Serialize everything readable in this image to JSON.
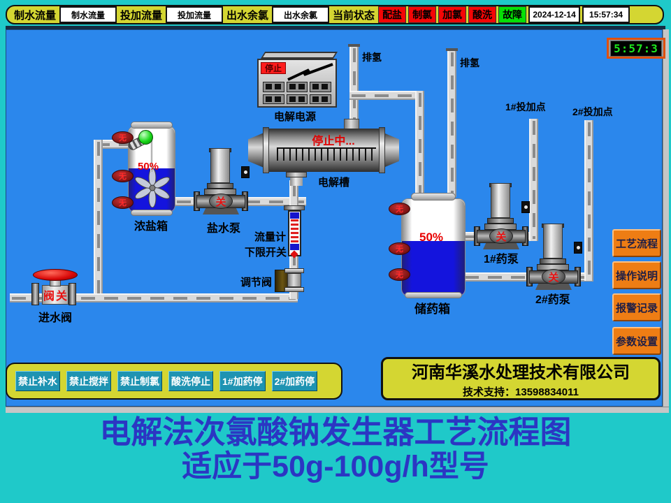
{
  "toolbar": {
    "metrics": [
      {
        "label": "制水流量",
        "value": "制水流量"
      },
      {
        "label": "投加流量",
        "value": "投加流量"
      },
      {
        "label": "出水余氯",
        "value": "出水余氯"
      }
    ],
    "status_label": "当前状态",
    "lamps": [
      {
        "label": "配盐"
      },
      {
        "label": "制氯"
      },
      {
        "label": "加氯"
      },
      {
        "label": "酸洗"
      },
      {
        "label": "故障"
      }
    ],
    "date": "2024-12-14",
    "time": "15:57:34"
  },
  "clock": {
    "display": "5:57:3"
  },
  "diagram": {
    "vent_left": "排氢",
    "vent_right": "排氢",
    "power_supply": {
      "status": "停止",
      "label": "电解电源"
    },
    "electrolyzer": {
      "status": "停止中...",
      "label": "电解槽"
    },
    "salt_tank": {
      "level": "50%",
      "label": "浓盐箱"
    },
    "brine_pump": {
      "state": "关",
      "label": "盐水泵"
    },
    "flow_meter": {
      "label_line1": "流量计",
      "label_line2": "下限开关"
    },
    "regulating_valve": {
      "label": "调节阀"
    },
    "inlet_valve": {
      "state": "阀关",
      "label": "进水阀"
    },
    "storage_tank": {
      "level": "50%",
      "label": "储药箱"
    },
    "dosing_pump1": {
      "state": "关",
      "label": "1#药泵"
    },
    "dosing_pump2": {
      "state": "关",
      "label": "2#药泵"
    },
    "dosing_point1": "1#投加点",
    "dosing_point2": "2#投加点",
    "level_sensor_state": "无"
  },
  "nav": {
    "buttons": [
      {
        "label": "工艺流程"
      },
      {
        "label": "操作说明"
      },
      {
        "label": "报警记录"
      },
      {
        "label": "参数设置"
      }
    ]
  },
  "interlocks": {
    "buttons": [
      {
        "label": "禁止补水"
      },
      {
        "label": "禁止搅拌"
      },
      {
        "label": "禁止制氯"
      },
      {
        "label": "酸洗停止"
      },
      {
        "label": "1#加药停"
      },
      {
        "label": "2#加药停"
      }
    ]
  },
  "company": {
    "name": "河南华溪水处理技术有限公司",
    "support": "技术支持：13598834011"
  },
  "banner": {
    "line1": "电解法次氯酸钠发生器工艺流程图",
    "line2": "适应于50g-100g/h型号"
  },
  "colors": {
    "background_blue": "#2b87ec",
    "frame_teal": "#1fc9c9",
    "panel_yellow": "#d4d632",
    "alarm_red": "#f40606",
    "ok_green": "#06e006",
    "nav_orange": "#ee7d14",
    "button_teal": "#1e93b2",
    "tank_liquid_blue": "#1414dd",
    "banner_text_blue": "#2b36c3",
    "clock_green": "#1ee51e"
  }
}
